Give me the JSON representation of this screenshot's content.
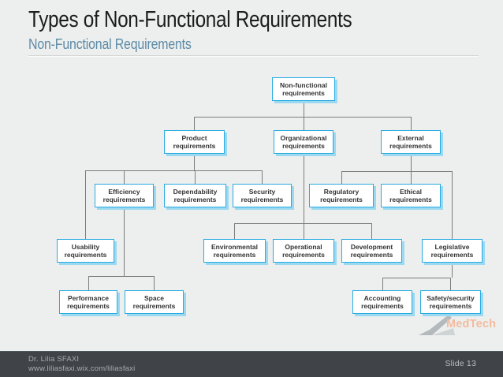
{
  "slide": {
    "title": "Types of Non-Functional Requirements",
    "subtitle": "Non-Functional Requirements"
  },
  "diagram": {
    "nodes": {
      "nonfunctional": "Non-functional requirements",
      "product": "Product requirements",
      "organizational": "Organizational requirements",
      "external": "External requirements",
      "efficiency": "Efficiency requirements",
      "dependability": "Dependability requirements",
      "security": "Security requirements",
      "regulatory": "Regulatory requirements",
      "ethical": "Ethical requirements",
      "usability": "Usability requirements",
      "environmental": "Environmental requirements",
      "operational": "Operational requirements",
      "development": "Development requirements",
      "legislative": "Legislative requirements",
      "performance": "Performance requirements",
      "space": "Space requirements",
      "accounting": "Accounting requirements",
      "safety": "Safety/security requirements"
    },
    "hierarchy": {
      "Non-functional requirements": [
        "Product requirements",
        "Organizational requirements",
        "External requirements"
      ],
      "Product requirements": [
        "Usability requirements",
        "Efficiency requirements",
        "Dependability requirements",
        "Security requirements"
      ],
      "Efficiency requirements": [
        "Performance requirements",
        "Space requirements"
      ],
      "Organizational requirements": [
        "Environmental requirements",
        "Operational requirements",
        "Development requirements"
      ],
      "External requirements": [
        "Regulatory requirements",
        "Ethical requirements",
        "Legislative requirements"
      ],
      "Legislative requirements": [
        "Accounting requirements",
        "Safety/security requirements"
      ]
    }
  },
  "logo": {
    "text": "MedTech"
  },
  "footer": {
    "author": "Dr. Lilia SFAXI",
    "website": "www.liliasfaxi.wix.com/liliasfaxi",
    "slide_number": "Slide 13"
  },
  "colors": {
    "background": "#edefee",
    "box_border": "#29abe2",
    "box_shadow": "#9bd9f1",
    "connector": "#7b7b7b",
    "title": "#1c1c1c",
    "subtitle": "#5c8aa6",
    "footer_background": "#404347",
    "logo_text": "#f2bb9f"
  }
}
